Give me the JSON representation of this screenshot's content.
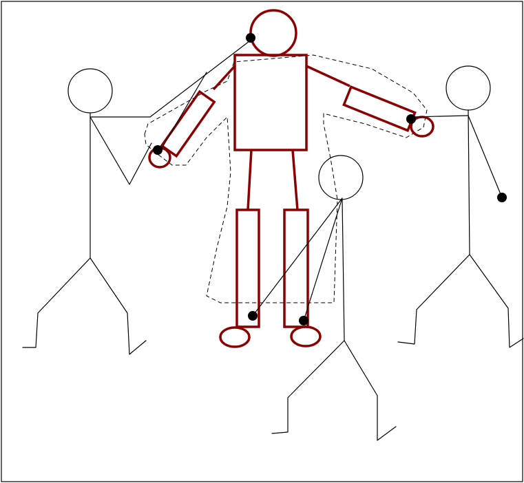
{
  "figure": {
    "puppet_color": "#8b0000",
    "line_color": "#000000",
    "background": "#ffffff",
    "elements": [
      "puppet-figure",
      "left-puppeteer",
      "right-puppeteer",
      "bottom-puppeteer",
      "dashed-outline"
    ]
  }
}
